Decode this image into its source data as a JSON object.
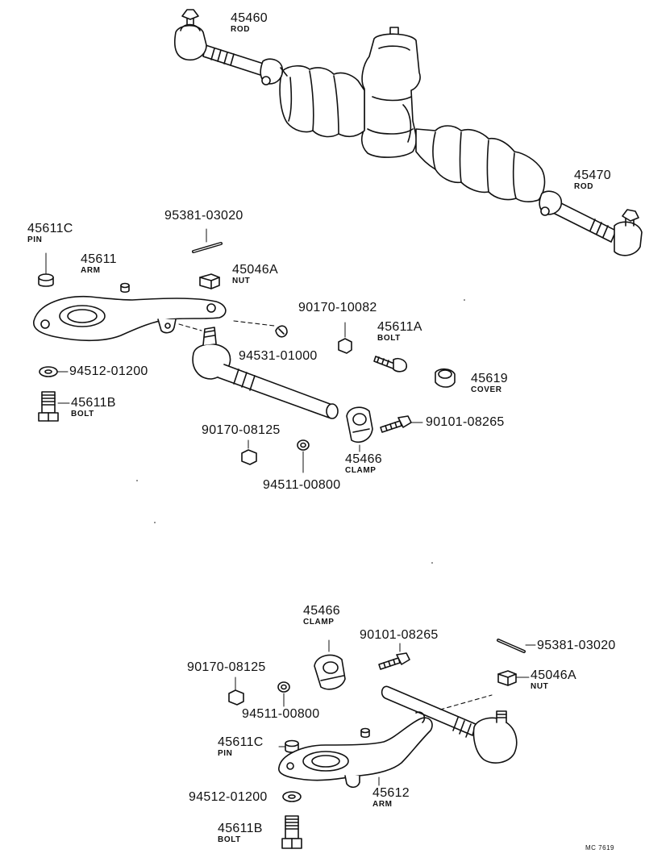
{
  "labels": {
    "rod_45460": {
      "number": "45460",
      "name": "ROD"
    },
    "rod_45470": {
      "number": "45470",
      "name": "ROD"
    },
    "pin_45611c_top": {
      "number": "45611C",
      "name": "PIN"
    },
    "arm_45611": {
      "number": "45611",
      "name": "ARM"
    },
    "cotter_95381_top": {
      "number": "95381-03020"
    },
    "nut_45046a_top": {
      "number": "45046A",
      "name": "NUT"
    },
    "nut_90170_10082": {
      "number": "90170-10082"
    },
    "bolt_45611a": {
      "number": "45611A",
      "name": "BOLT"
    },
    "washer_94531": {
      "number": "94531-01000"
    },
    "washer_94512_top": {
      "number": "94512-01200"
    },
    "cover_45619": {
      "number": "45619",
      "name": "COVER"
    },
    "bolt_45611b_top": {
      "number": "45611B",
      "name": "BOLT"
    },
    "bolt_90101_top": {
      "number": "90101-08265"
    },
    "nut_90170_08125_top": {
      "number": "90170-08125"
    },
    "clamp_45466_top": {
      "number": "45466",
      "name": "CLAMP"
    },
    "washer_94511_top": {
      "number": "94511-00800"
    },
    "clamp_45466_bottom": {
      "number": "45466",
      "name": "CLAMP"
    },
    "bolt_90101_bottom": {
      "number": "90101-08265"
    },
    "cotter_95381_bottom": {
      "number": "95381-03020"
    },
    "nut_90170_08125_bottom": {
      "number": "90170-08125"
    },
    "nut_45046a_bottom": {
      "number": "45046A",
      "name": "NUT"
    },
    "washer_94511_bottom": {
      "number": "94511-00800"
    },
    "pin_45611c_bottom": {
      "number": "45611C",
      "name": "PIN"
    },
    "arm_45612": {
      "number": "45612",
      "name": "ARM"
    },
    "washer_94512_bottom": {
      "number": "94512-01200"
    },
    "bolt_45611b_bottom": {
      "number": "45611B",
      "name": "BOLT"
    }
  },
  "diagram_code": "MC 7619"
}
